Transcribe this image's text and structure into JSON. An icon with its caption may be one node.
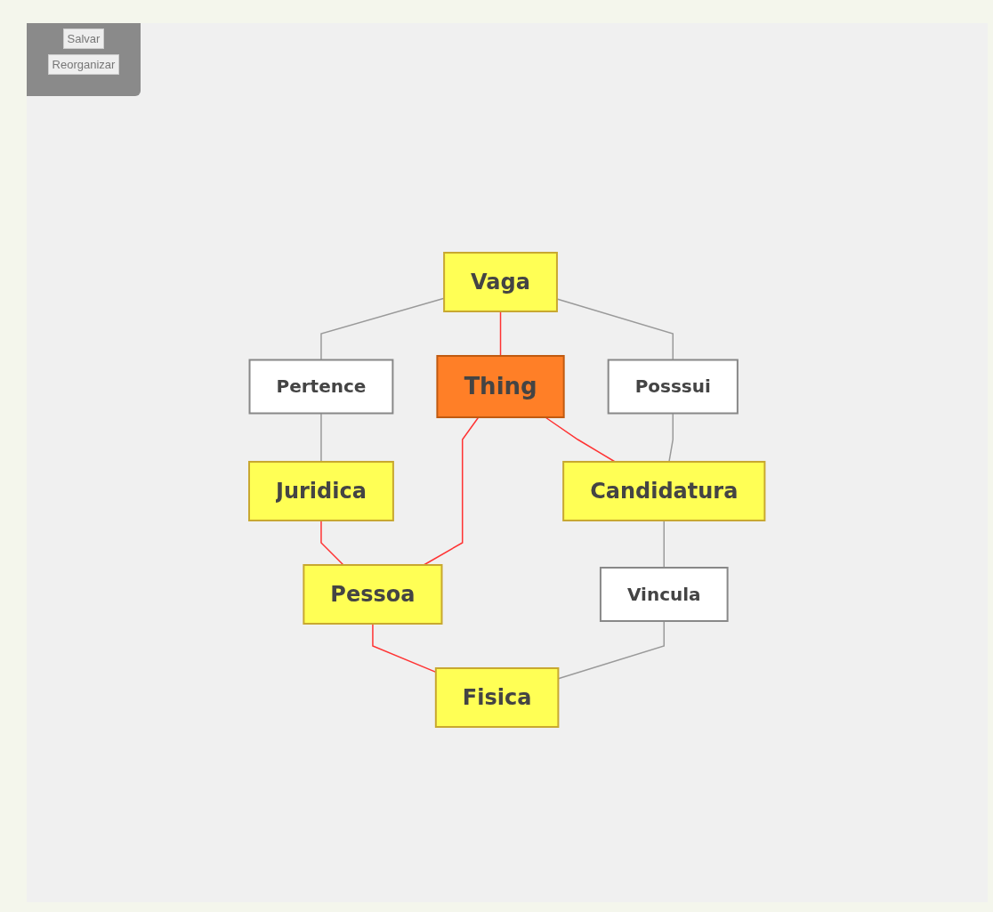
{
  "diagram": {
    "nodes": [
      {
        "text": [
          "Vaga"
        ]
      },
      {
        "text": [
          "Pertence"
        ]
      },
      {
        "text": [
          "Juridica"
        ]
      },
      {
        "text": [
          "Posssui"
        ]
      },
      {
        "text": [
          "Thing"
        ]
      },
      {
        "text": [
          "Pessoa"
        ]
      },
      {
        "text": [
          "Candidatura"
        ]
      },
      {
        "text": [
          "Vincula"
        ]
      },
      {
        "text": [
          "Fisica"
        ]
      }
    ],
    "edges": [
      {
        "from": 0,
        "to": 1,
        "arrow": "none"
      },
      {
        "from": 1,
        "to": 2,
        "arrow": "none"
      },
      {
        "from": 0,
        "to": 4,
        "arrow": "none",
        "color": "#ff3333"
      },
      {
        "from": 0,
        "to": 3,
        "arrow": "none"
      },
      {
        "from": 2,
        "to": 5,
        "arrow": "none",
        "color": "#ff3333"
      },
      {
        "from": 4,
        "to": 6,
        "arrow": "none",
        "color": "#ff3333"
      },
      {
        "from": 4,
        "to": 5,
        "arrow": "none",
        "color": "#ff3333"
      },
      {
        "from": 3,
        "to": 6,
        "arrow": "none"
      },
      {
        "from": 6,
        "to": 7,
        "arrow": "none"
      },
      {
        "from": 5,
        "to": 8,
        "arrow": "none",
        "color": "#ff3333"
      },
      {
        "from": 7,
        "to": 8,
        "arrow": "none"
      }
    ],
    "labels": [
      "Salvar",
      "Reorganizar"
    ]
  }
}
